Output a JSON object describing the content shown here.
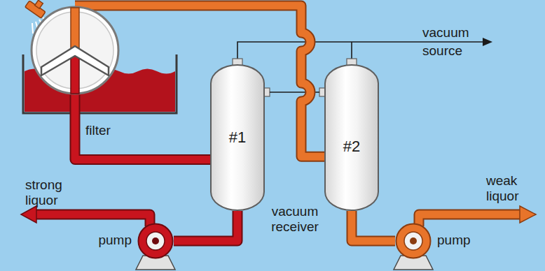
{
  "diagram": {
    "nodes": [
      {
        "text": [
          "filter"
        ]
      },
      {
        "text": [
          "#1"
        ]
      },
      {
        "text": [
          "#2"
        ]
      },
      {
        "text": [
          "pump"
        ]
      },
      {
        "text": [
          "pump"
        ]
      }
    ],
    "edges": [
      {
        "from": 0,
        "to": 1,
        "arrow": "none"
      },
      {
        "from": 0,
        "to": 2,
        "arrow": "none"
      },
      {
        "from": 1,
        "to": 2,
        "arrow": "none"
      },
      {
        "from": 1,
        "to": 3,
        "arrow": "none"
      },
      {
        "from": 2,
        "to": 4,
        "arrow": "none"
      }
    ],
    "labels": [
      "vacuum source",
      "strong liquor",
      "vacuum receiver",
      "weak liquor"
    ]
  }
}
